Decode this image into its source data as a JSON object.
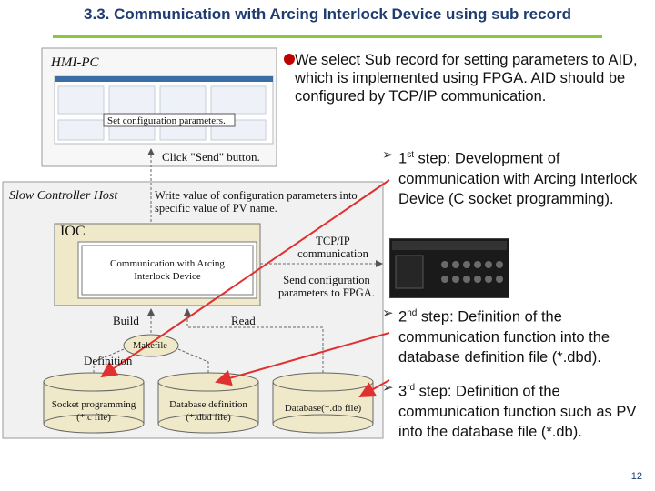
{
  "title": "3.3. Communication with Arcing Interlock Device using sub record",
  "page_number": "12",
  "bullets": {
    "main": "We select Sub record for setting parameters to AID, which is implemented using FPGA. AID should be configured by TCP/IP communication.",
    "step1": {
      "ordinal": "1",
      "suffix": "st",
      "text": " step: Development of communication with Arcing Interlock Device (C socket programming)."
    },
    "step2": {
      "ordinal": "2",
      "suffix": "nd",
      "text": " step: Definition of the communication function into the database definition file (*.dbd)."
    },
    "step3": {
      "ordinal": "3",
      "suffix": "rd",
      "text": " step: Definition of the communication function such as PV into the database file (*.db)."
    }
  },
  "diagram": {
    "hmi_label": "HMI-PC",
    "set_config": "Set configuration parameters.",
    "click_send": "Click \"Send\" button.",
    "host_label": "Slow Controller Host",
    "write_value": "Write value of configuration parameters into specific value of PV name.",
    "ioc_label": "IOC",
    "comm_box": "Communication with Arcing Interlock Device",
    "tcpip": "TCP/IP communication",
    "send_config": "Send configuration parameters to FPGA.",
    "build": "Build",
    "read": "Read",
    "makefile": "Makefile",
    "definition": "Definition",
    "socket_prog": "Socket programming (*.c file)",
    "db_def": "Database definition (*.dbd file)",
    "db_file": "Database(*.db file)"
  },
  "colors": {
    "title": "#1f3c70",
    "accent_bar": "#8cc63f",
    "arrow_red": "#e03030",
    "bullet_dot": "#c00000"
  }
}
